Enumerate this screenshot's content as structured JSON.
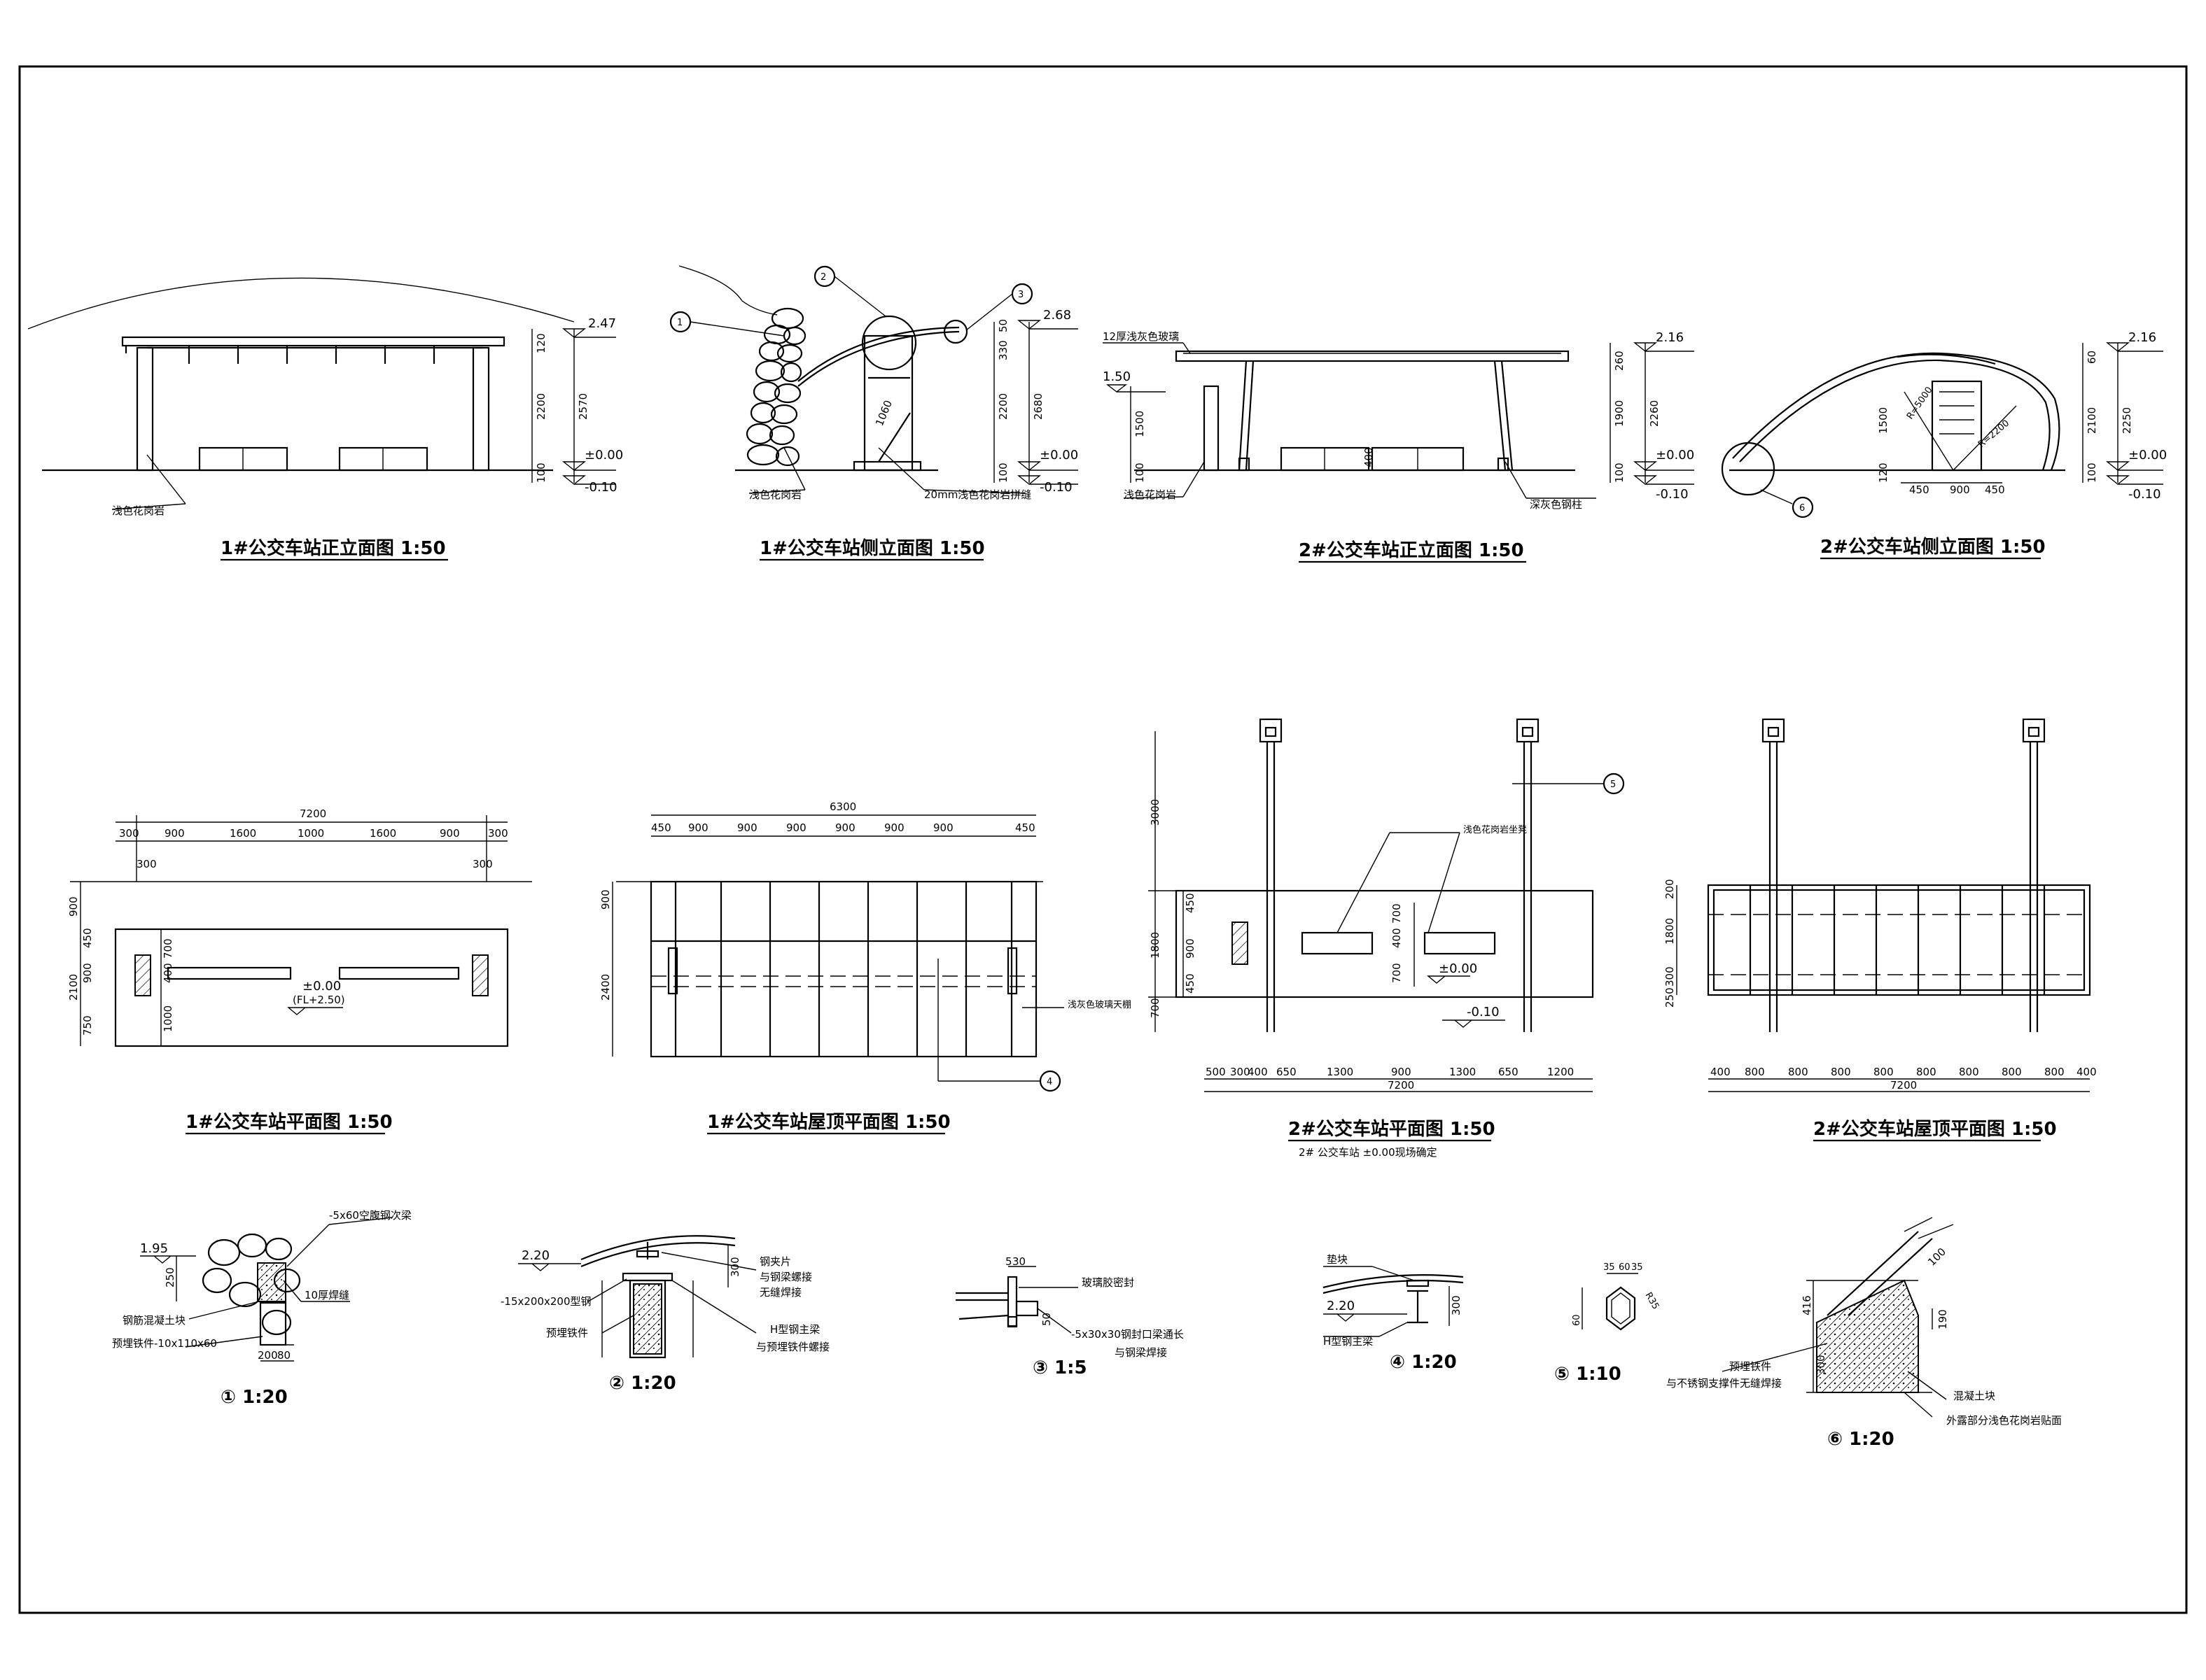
{
  "drawings": {
    "d1": {
      "title": "1#公交车站正立面图 1:50",
      "level_top": "2.47",
      "level_zero": "±0.00",
      "level_neg": "-0.10",
      "note": "浅色花岗岩",
      "dims": [
        "120",
        "100",
        "2200",
        "2570"
      ]
    },
    "d2": {
      "title": "1#公交车站侧立面图 1:50",
      "level_top": "2.68",
      "level_zero": "±0.00",
      "level_neg": "-0.10",
      "note1": "浅色花岗岩",
      "note2": "20mm浅色花岗岩拼缝",
      "dims": [
        "50",
        "330",
        "2200",
        "2680",
        "100",
        "1060"
      ],
      "callouts": [
        "1",
        "2",
        "3"
      ]
    },
    "d3": {
      "title": "2#公交车站正立面图 1:50",
      "level_top": "2.16",
      "level_mid": "1.50",
      "level_zero": "±0.00",
      "level_neg": "-0.10",
      "note_top": "12厚浅灰色玻璃",
      "note_left": "浅色花岗岩",
      "note_right": "深灰色钢柱",
      "dims": [
        "260",
        "1900",
        "100",
        "2260",
        "1500",
        "400"
      ]
    },
    "d4": {
      "title": "2#公交车站侧立面图 1:50",
      "level_top": "2.16",
      "level_zero": "±0.00",
      "level_neg": "-0.10",
      "dims": [
        "1500",
        "120",
        "60",
        "2100",
        "100",
        "2250",
        "450",
        "900",
        "450",
        "R=5000",
        "R=2200"
      ],
      "callouts": [
        "6"
      ]
    },
    "d5": {
      "title": "1#公交车站平面图 1:50",
      "total": "7200",
      "top_dims": [
        "300",
        "900",
        "1600",
        "1000",
        "1600",
        "900",
        "300"
      ],
      "side_300_l": "300",
      "side_300_r": "300",
      "left_dims": [
        "900",
        "450",
        "900",
        "750"
      ],
      "left_total": "2100",
      "inner_dims": [
        "700",
        "400",
        "1000"
      ],
      "level": "±0.00",
      "level_fl": "(FL+2.50)"
    },
    "d6": {
      "title": "1#公交车站屋顶平面图 1:50",
      "total": "6300",
      "top_dims": [
        "450",
        "900",
        "900",
        "900",
        "900",
        "900",
        "900",
        "450"
      ],
      "left_dims": [
        "900",
        "2400"
      ],
      "note": "浅灰色玻璃天棚",
      "callout": "4"
    },
    "d7": {
      "title": "2#公交车站平面图 1:50",
      "subtitle": "2# 公交车站 ±0.00现场确定",
      "note": "浅色花岗岩坐凳",
      "total": "7200",
      "bottom_dims": [
        "500",
        "300",
        "400",
        "650",
        "1300",
        "900",
        "1300",
        "650",
        "1200"
      ],
      "left_dims": [
        "3000",
        "1800",
        "700"
      ],
      "left_inner": [
        "450",
        "900",
        "450"
      ],
      "inner_dims": [
        "700",
        "400",
        "700"
      ],
      "level": "±0.00",
      "level_neg": "-0.10",
      "callout": "5"
    },
    "d8": {
      "title": "2#公交车站屋顶平面图 1:50",
      "total": "7200",
      "bottom_dims": [
        "400",
        "800",
        "800",
        "800",
        "800",
        "800",
        "800",
        "800",
        "800",
        "400"
      ],
      "left_dims": [
        "200",
        "1800",
        "300",
        "250"
      ]
    },
    "det1": {
      "label": "① 1:20",
      "level": "1.95",
      "n1": "-5x60空腹钢次梁",
      "n2": "10厚焊缝",
      "n3": "钢筋混凝土块",
      "n4": "预埋铁件-10x110x60",
      "dims": [
        "250",
        "200",
        "80"
      ]
    },
    "det2": {
      "label": "② 1:20",
      "level": "2.20",
      "n1": "钢夹片",
      "n2": "与钢梁螺接",
      "n3": "无缝焊接",
      "n4": "-15x200x200型钢",
      "n5": "预埋铁件",
      "n6": "H型钢主梁",
      "n7": "与预埋铁件螺接",
      "dims": [
        "300"
      ]
    },
    "det3": {
      "label": "③ 1:5",
      "n1": "玻璃胶密封",
      "n2": "-5x30x30钢封口梁通长",
      "n3": "与钢梁焊接",
      "dims": [
        "5",
        "30",
        "50"
      ]
    },
    "det4": {
      "label": "④ 1:20",
      "level": "2.20",
      "n1": "垫块",
      "n2": "H型钢主梁",
      "dims": [
        "300"
      ]
    },
    "det5": {
      "label": "⑤ 1:10",
      "dims": [
        "35",
        "60",
        "35",
        "R35"
      ]
    },
    "det6": {
      "label": "⑥ 1:20",
      "n1": "预埋铁件",
      "n2": "与不锈钢支撑件无缝焊接",
      "n3": "混凝土块",
      "n4": "外露部分浅色花岗岩贴面",
      "dims": [
        "416",
        "300",
        "190",
        "100"
      ]
    }
  }
}
